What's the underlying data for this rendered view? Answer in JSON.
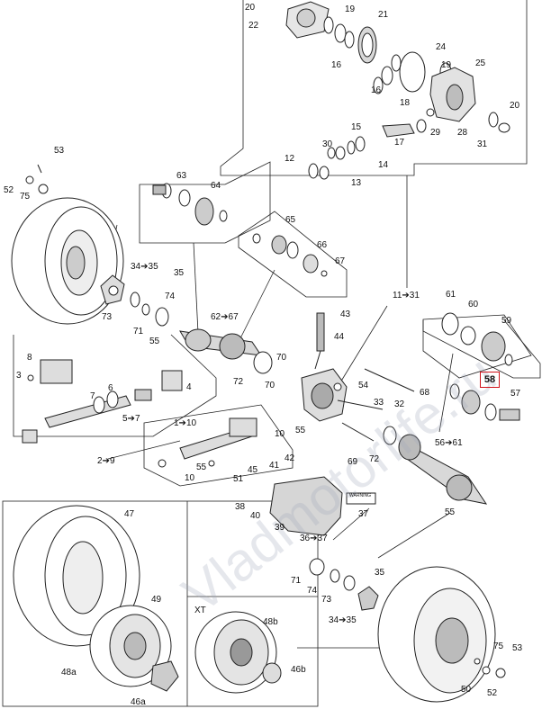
{
  "watermark": "Vladmotorlife.ru",
  "highlighted_part": "58",
  "xt_label": "XT",
  "callouts": {
    "c20a": "20",
    "c19a": "19",
    "c21": "21",
    "c22": "22",
    "c16a": "16",
    "c16b": "16",
    "c24": "24",
    "c19b": "19",
    "c25": "25",
    "c18": "18",
    "c20b": "20",
    "c28": "28",
    "c31": "31",
    "c15": "15",
    "c17": "17",
    "c29": "29",
    "c30": "30",
    "c14": "14",
    "c12": "12",
    "c13": "13",
    "c53a": "53",
    "c52a": "52",
    "c75a": "75",
    "c63": "63",
    "c64": "64",
    "c65": "65",
    "c66": "66",
    "c67": "67",
    "c34_35a": "34➔35",
    "c35a": "35",
    "c74a": "74",
    "c73a": "73",
    "c71a": "71",
    "c62_67": "62➔67",
    "c55a": "55",
    "c11_31": "11➔31",
    "c61": "61",
    "c60": "60",
    "c59": "59",
    "c43": "43",
    "c44": "44",
    "c8": "8",
    "c3": "3",
    "c6": "6",
    "c4": "4",
    "c7": "7",
    "c5_7": "5➔7",
    "c70a": "70",
    "c70b": "70",
    "c72a": "72",
    "c54": "54",
    "c33": "33",
    "c68": "68",
    "c32": "32",
    "c57": "57",
    "c1_10": "1➔10",
    "c10a": "10",
    "c10b": "10",
    "c55b": "55",
    "c69": "69",
    "c72b": "72",
    "c56_61": "56➔61",
    "c2_9": "2➔9",
    "c42": "42",
    "c41": "41",
    "c45": "45",
    "c51": "51",
    "c55c": "55",
    "c38": "38",
    "c40": "40",
    "c39": "39",
    "c37": "37",
    "c36_37": "36➔37",
    "c55d": "55",
    "c47": "47",
    "c49": "49",
    "c48a": "48a",
    "c46a": "46a",
    "c48b": "48b",
    "c46b": "46b",
    "c71b": "71",
    "c74b": "74",
    "c73b": "73",
    "c35b": "35",
    "c34_35b": "34➔35",
    "c75b": "75",
    "c53b": "53",
    "c50": "50",
    "c52b": "52"
  },
  "labels": {
    "warning_plate": "WARNING"
  }
}
